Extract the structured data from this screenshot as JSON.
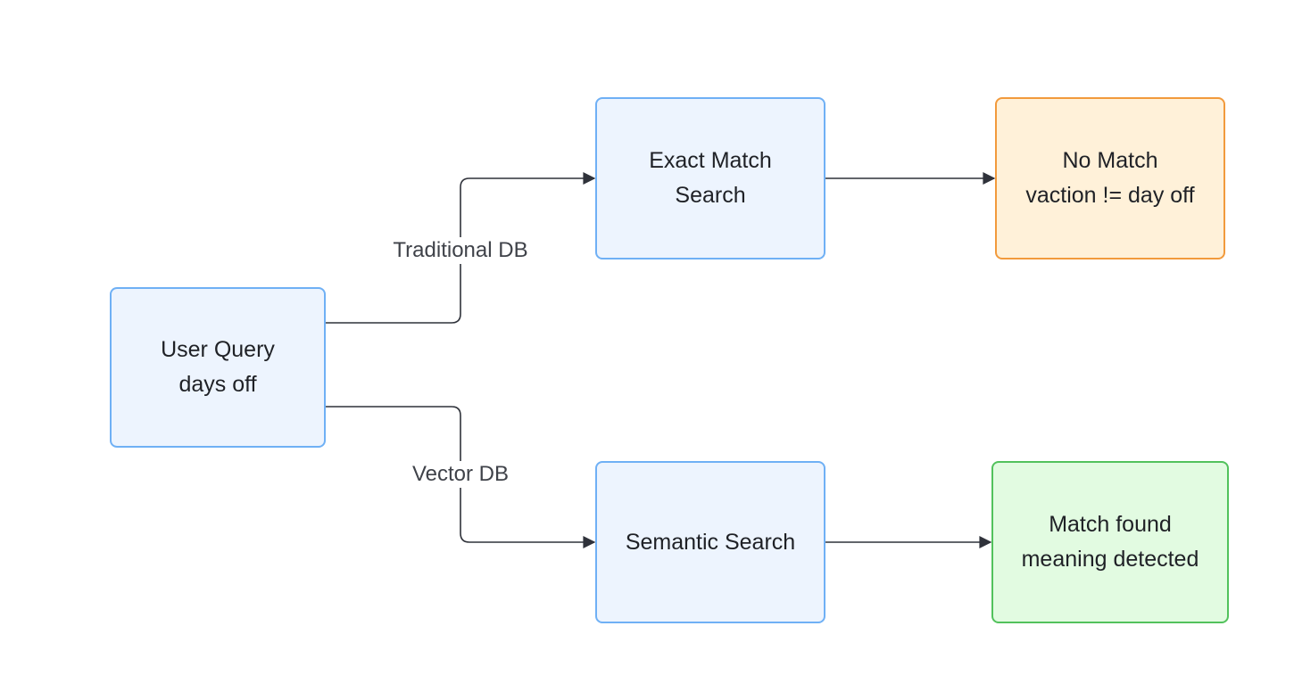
{
  "colors": {
    "primary_fill": "#edf4fe",
    "primary_border": "#6fb0f5",
    "warning_fill": "#fff1d9",
    "warning_border": "#f29a3c",
    "success_fill": "#e2fbe1",
    "success_border": "#52c25c",
    "edge": "#2f323a"
  },
  "nodes": {
    "user_query": {
      "line1": "User Query",
      "line2": "days off"
    },
    "exact_match": {
      "line1": "Exact Match",
      "line2": "Search"
    },
    "no_match": {
      "line1": "No Match",
      "line2": "vaction != day off"
    },
    "semantic_search": {
      "line1": "Semantic Search"
    },
    "match_found": {
      "line1": "Match found",
      "line2": "meaning detected"
    }
  },
  "edges": {
    "traditional_db": "Traditional DB",
    "vector_db": "Vector DB"
  }
}
